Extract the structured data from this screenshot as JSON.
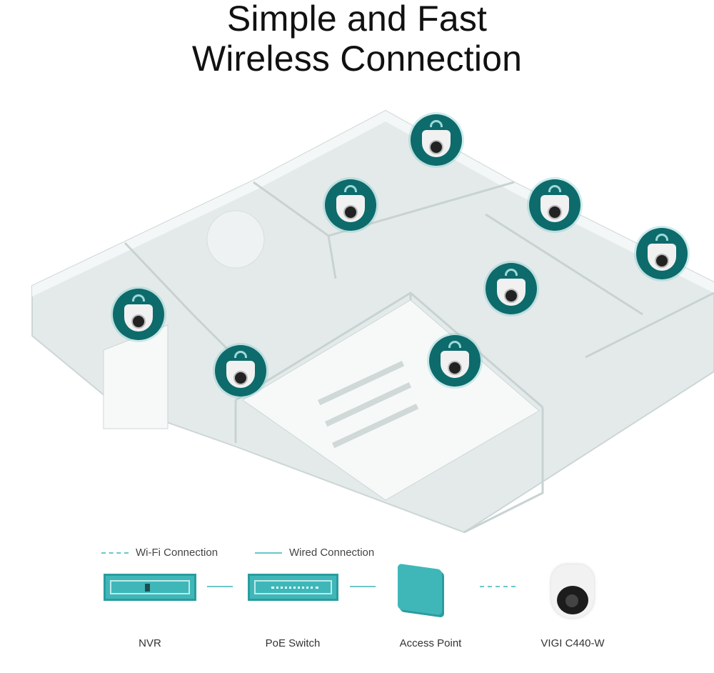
{
  "title": {
    "line1": "Simple and Fast",
    "line2": "Wireless Connection"
  },
  "colors": {
    "accent": "#3fb7b9",
    "camera_badge": "#0d6b6c",
    "floor": "#e4eaea"
  },
  "floorplan": {
    "camera_count": 8
  },
  "legend": [
    {
      "label": "Wi-Fi Connection",
      "style": "dashed"
    },
    {
      "label": "Wired Connection",
      "style": "solid"
    }
  ],
  "devices": [
    {
      "label": "NVR",
      "icon": "nvr-icon"
    },
    {
      "label": "PoE Switch",
      "icon": "poe-switch-icon"
    },
    {
      "label": "Access Point",
      "icon": "access-point-icon"
    },
    {
      "label": "VIGI C440-W",
      "icon": "camera-icon"
    }
  ]
}
